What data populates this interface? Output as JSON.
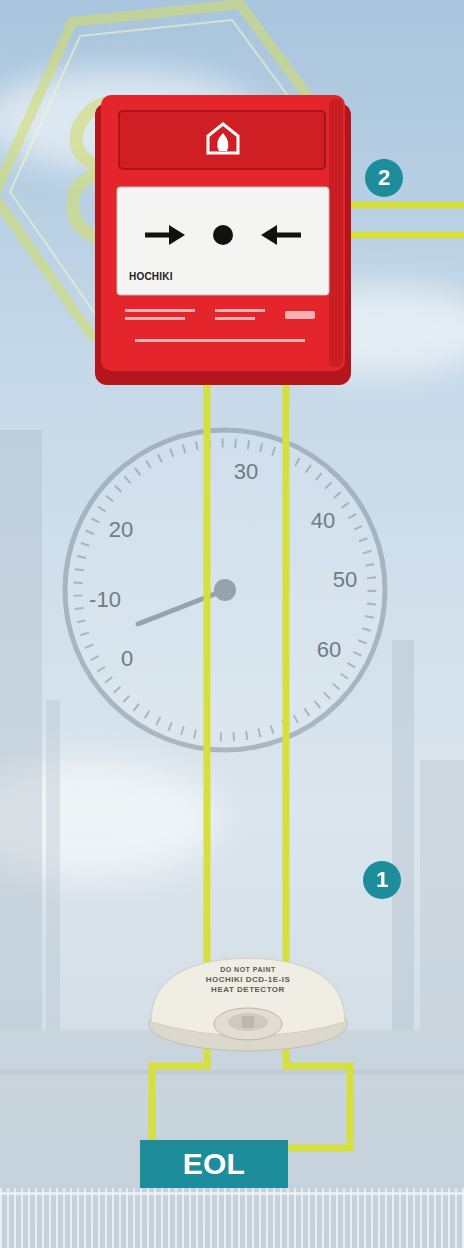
{
  "diagram": {
    "nodes": [
      {
        "text": [
          "HOCHIKI"
        ]
      },
      {
        "text": [
          "DO NOT PAINT",
          "HOCHIKI DCD-1E-IS",
          "HEAT DETECTOR"
        ]
      },
      {
        "text": [
          "EOL"
        ]
      }
    ],
    "edges": [
      {
        "from": 0,
        "to": 1,
        "arrow": "none"
      },
      {
        "from": 0,
        "to": 1,
        "arrow": "none"
      },
      {
        "from": 1,
        "to": 2,
        "arrow": "none"
      },
      {
        "from": 1,
        "to": 2,
        "arrow": "none"
      }
    ],
    "labels": [
      "2",
      "1",
      "20",
      "-10",
      "0",
      "30",
      "40",
      "50",
      "60"
    ]
  }
}
